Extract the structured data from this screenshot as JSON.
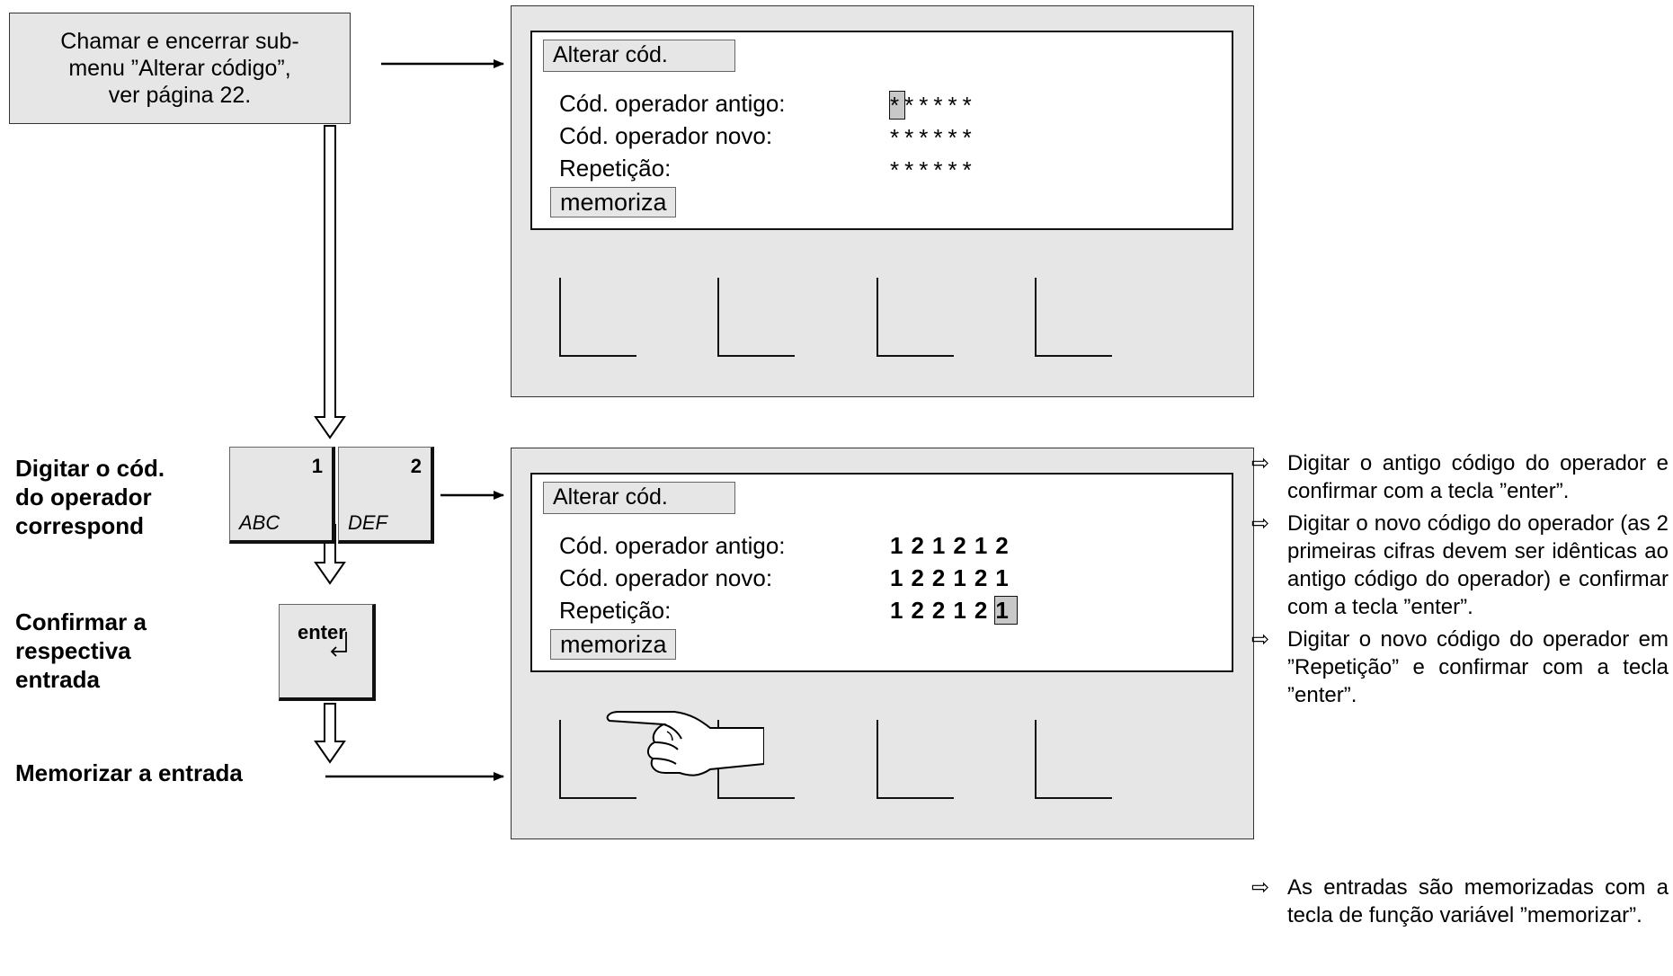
{
  "callout": {
    "text": "Chamar e encerrar sub-\nmenu ”Alterar código”,\nver página 22."
  },
  "screen1": {
    "title": "Alterar cód.",
    "rows": [
      {
        "label": "Cód. operador antigo:",
        "value": "******"
      },
      {
        "label": "Cód. operador novo:",
        "value": "******"
      },
      {
        "label": "Repetição:",
        "value": "******"
      }
    ],
    "button": "memoriza"
  },
  "screen2": {
    "title": "Alterar cód.",
    "rows": [
      {
        "label": "Cód. operador antigo:",
        "value": "121212"
      },
      {
        "label": "Cód. operador novo:",
        "value": "122121"
      },
      {
        "label": "Repetição:",
        "value_prefix": "12212",
        "value_cursor": "1"
      }
    ],
    "button": "memoriza"
  },
  "keys": {
    "key1": {
      "number": "1",
      "letters": "ABC"
    },
    "key2": {
      "number": "2",
      "letters": "DEF"
    },
    "enter": {
      "label": "enter"
    }
  },
  "steps": {
    "step1": "Digitar o cód.\ndo operador\ncorrespond",
    "step2": "Confirmar a\nrespectiva\nentrada",
    "step3": "Memorizar a entrada"
  },
  "notes": {
    "bullet": "⇨",
    "items": [
      "Digitar o antigo código do operador e confirmar com a tecla ”enter”.",
      "Digitar o novo código do operador (as 2 primeiras cifras devem ser idênticas ao antigo código do operador) e confirmar com a tecla ”enter”.",
      "Digitar o novo código do operador em ”Repetição” e confirmar com a tecla ”enter”.",
      "As entradas são memorizadas com a tecla de função variável ”memorizar”."
    ]
  }
}
